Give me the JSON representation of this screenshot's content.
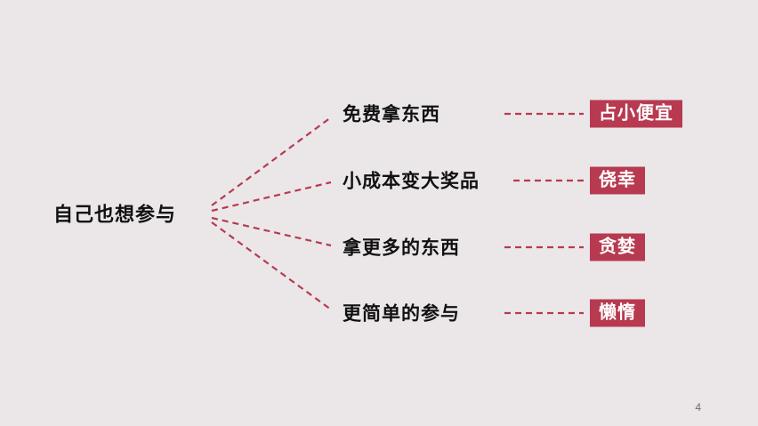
{
  "page": {
    "background_color": "#ebe7e9",
    "page_number": "4"
  },
  "diagram": {
    "accent_color": "#b73a50",
    "root": {
      "label": "自己也想参与"
    },
    "branches": [
      {
        "label": "免费拿东西",
        "badge": "占小便宜"
      },
      {
        "label": "小成本变大奖品",
        "badge": "侥幸"
      },
      {
        "label": "拿更多的东西",
        "badge": "贪婪"
      },
      {
        "label": "更简单的参与",
        "badge": "懒惰"
      }
    ]
  }
}
